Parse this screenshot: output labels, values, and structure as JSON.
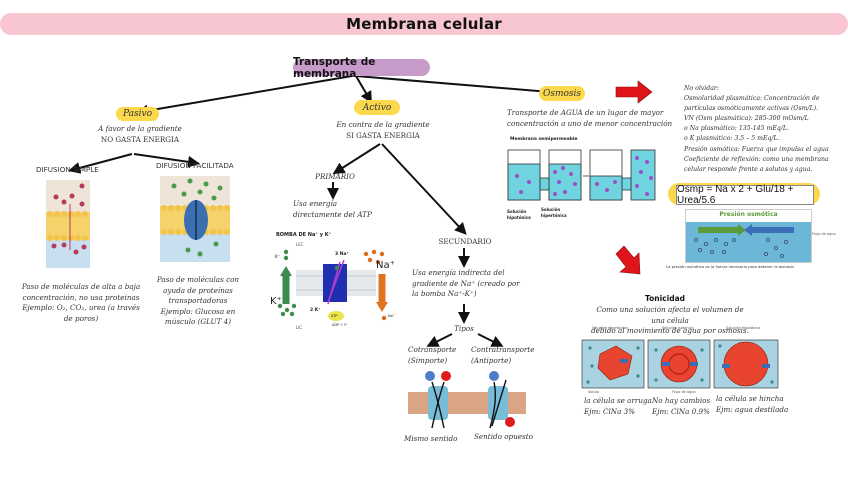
{
  "title": "Membrana celular",
  "root": "Transporte de membrana",
  "pasivo": {
    "label": "Pasivo",
    "desc": [
      "A favor de la gradiente",
      "NO GASTA ENERGIA"
    ],
    "simple": {
      "label": "DIFUSION SIMPLE",
      "desc": [
        "Paso de moléculas de alta a baja",
        "concentración, no usa proteinas",
        "Ejemplo: O₂, CO₂, urea (a través",
        "de poros)"
      ]
    },
    "facilitada": {
      "label": "DIFUSION FACILITADA",
      "desc": [
        "Paso de moléculas con",
        "ayuda de proteínas",
        "transportadoras",
        "Ejemplo: Glucosa en",
        "músculo (GLUT 4)"
      ]
    }
  },
  "activo": {
    "label": "Activo",
    "desc": [
      "En contra de la gradiente",
      "SI GASTA ENERGIA"
    ],
    "primario": {
      "label": "PRIMARIO",
      "desc": [
        "Usa energía",
        "directamente del ATP"
      ],
      "pump": {
        "title": "BOMBA DE Na⁺ y K⁺",
        "lec": "LEC",
        "lic": "LIC",
        "k_top": "K⁺",
        "na3": "3 Na⁺",
        "na_big": "Na⁺",
        "k_big": "K⁺",
        "k2": "2 K⁺",
        "atp": "ATP",
        "adp": "ADP + P",
        "na_bottom": "Na⁺"
      }
    },
    "secundario": {
      "label": "SECUNDARIO",
      "desc": [
        "Usa energía indirecta del",
        "gradiente de Na⁺ (creado por",
        "la bomba Na⁺-K⁺)"
      ],
      "tipos": "Tipos",
      "cotransporte": [
        "Cotransporte",
        "(Simporte)"
      ],
      "contratransporte": [
        "Contratransporte",
        "(Antiporte)"
      ],
      "mismo": "Mismo sentido",
      "opuesto": "Sentido opuesto"
    }
  },
  "osmosis": {
    "label": "Osmosis",
    "desc": [
      "Transporte de AGUA de un lugar de mayor",
      "concentración a uno de menor concentración"
    ],
    "membrane_label": "Membrana semipermeable",
    "sol_hipo": [
      "Solución",
      "hipotónica"
    ],
    "sol_hiper": [
      "Solución",
      "hipertónica"
    ]
  },
  "notes": {
    "lines": [
      "No olvidar:",
      "Osmolaridad plasmática: Concentración de",
      "partículas osmóticamente activas (Osm/L).",
      "VN (Osm plasmática): 285-300 mOsm/L",
      "o Na plasmático: 135-145 mEq/L.",
      "o K plasmático: 3.5 – 5 mEq/L.",
      "Presión osmótica: Fuerza que impulsa el agua",
      "Coeficiente de reflexión: como una membrana",
      "celular responde frente a solutos y agua."
    ],
    "formula": "Osmp = Na x 2 + Glu/18 + Urea/5.6",
    "presion_title": "Presión osmótica",
    "flujo": "Flujo de agua",
    "caption": "La presión osmótica es la fuerza necesaria para detener la ósmosis"
  },
  "tonicidad": {
    "title": "Tonicidad",
    "desc": [
      "Como una solución afecta el volumen de una célula",
      "debido al movimiento de agua por osmosis."
    ],
    "cells": [
      {
        "tag": "Solución hipertónica",
        "sub": "Soluto",
        "desc": [
          "la célula se arruga",
          "Ejm: ClNa 3%"
        ]
      },
      {
        "tag": "Solución isotónica",
        "sub": "Flujo de agua",
        "desc": [
          "No hay cambios",
          "Ejm: ClNa 0.9%"
        ]
      },
      {
        "tag": "Solución hipotónica",
        "sub": "",
        "desc": [
          "la célula se hincha",
          "Ejm: agua destilada"
        ]
      }
    ]
  },
  "colors": {
    "title_bar": "#f7c6d0",
    "root_pill": "#c69ac9",
    "node_pill": "#fcd84c",
    "red_arrow": "#e0141b",
    "water": "#6fd3e0",
    "solute": "#9b4fc4",
    "cell_red": "#e8442f",
    "tonic_bg": "#a9d3e0"
  }
}
